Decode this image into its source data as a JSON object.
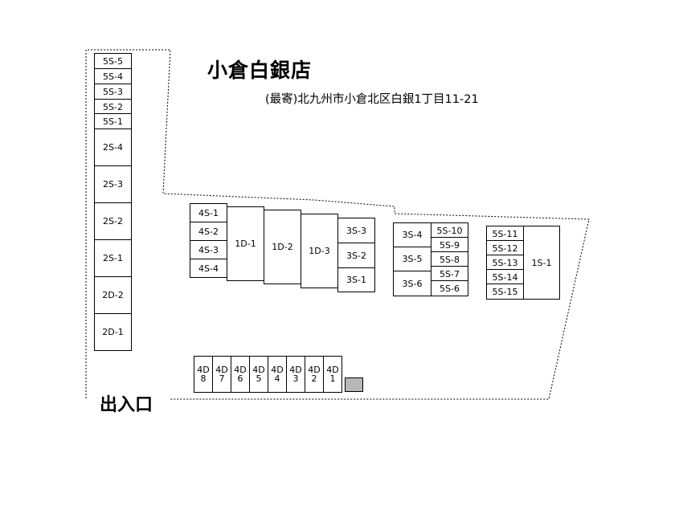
{
  "title": "小倉白銀店",
  "address": "(最寄)北九州市小倉北区白銀1丁目11-21",
  "entrance_label": "出入口",
  "colors": {
    "lines": "#000000",
    "marker": "#b8b8b8"
  },
  "units": [
    {
      "label": "5S-5"
    },
    {
      "label": "5S-4"
    },
    {
      "label": "5S-3"
    },
    {
      "label": "5S-2"
    },
    {
      "label": "5S-1"
    },
    {
      "label": "2S-4"
    },
    {
      "label": "2S-3"
    },
    {
      "label": "2S-2"
    },
    {
      "label": "2S-1"
    },
    {
      "label": "2D-2"
    },
    {
      "label": "2D-1"
    },
    {
      "label": "4S-1"
    },
    {
      "label": "4S-2"
    },
    {
      "label": "4S-3"
    },
    {
      "label": "4S-4"
    },
    {
      "label": "1D-1"
    },
    {
      "label": "1D-2"
    },
    {
      "label": "1D-3"
    },
    {
      "label": "3S-3"
    },
    {
      "label": "3S-2"
    },
    {
      "label": "3S-1"
    },
    {
      "label": "3S-4"
    },
    {
      "label": "3S-5"
    },
    {
      "label": "3S-6"
    },
    {
      "label": "5S-10"
    },
    {
      "label": "5S-9"
    },
    {
      "label": "5S-8"
    },
    {
      "label": "5S-7"
    },
    {
      "label": "5S-6"
    },
    {
      "label": "5S-11"
    },
    {
      "label": "5S-12"
    },
    {
      "label": "5S-13"
    },
    {
      "label": "5S-14"
    },
    {
      "label": "5S-15"
    },
    {
      "label": "1S-1"
    },
    {
      "label": "4D\n8"
    },
    {
      "label": "4D\n7"
    },
    {
      "label": "4D\n6"
    },
    {
      "label": "4D\n5"
    },
    {
      "label": "4D\n4"
    },
    {
      "label": "4D\n3"
    },
    {
      "label": "4D\n2"
    },
    {
      "label": "4D\n1"
    }
  ]
}
